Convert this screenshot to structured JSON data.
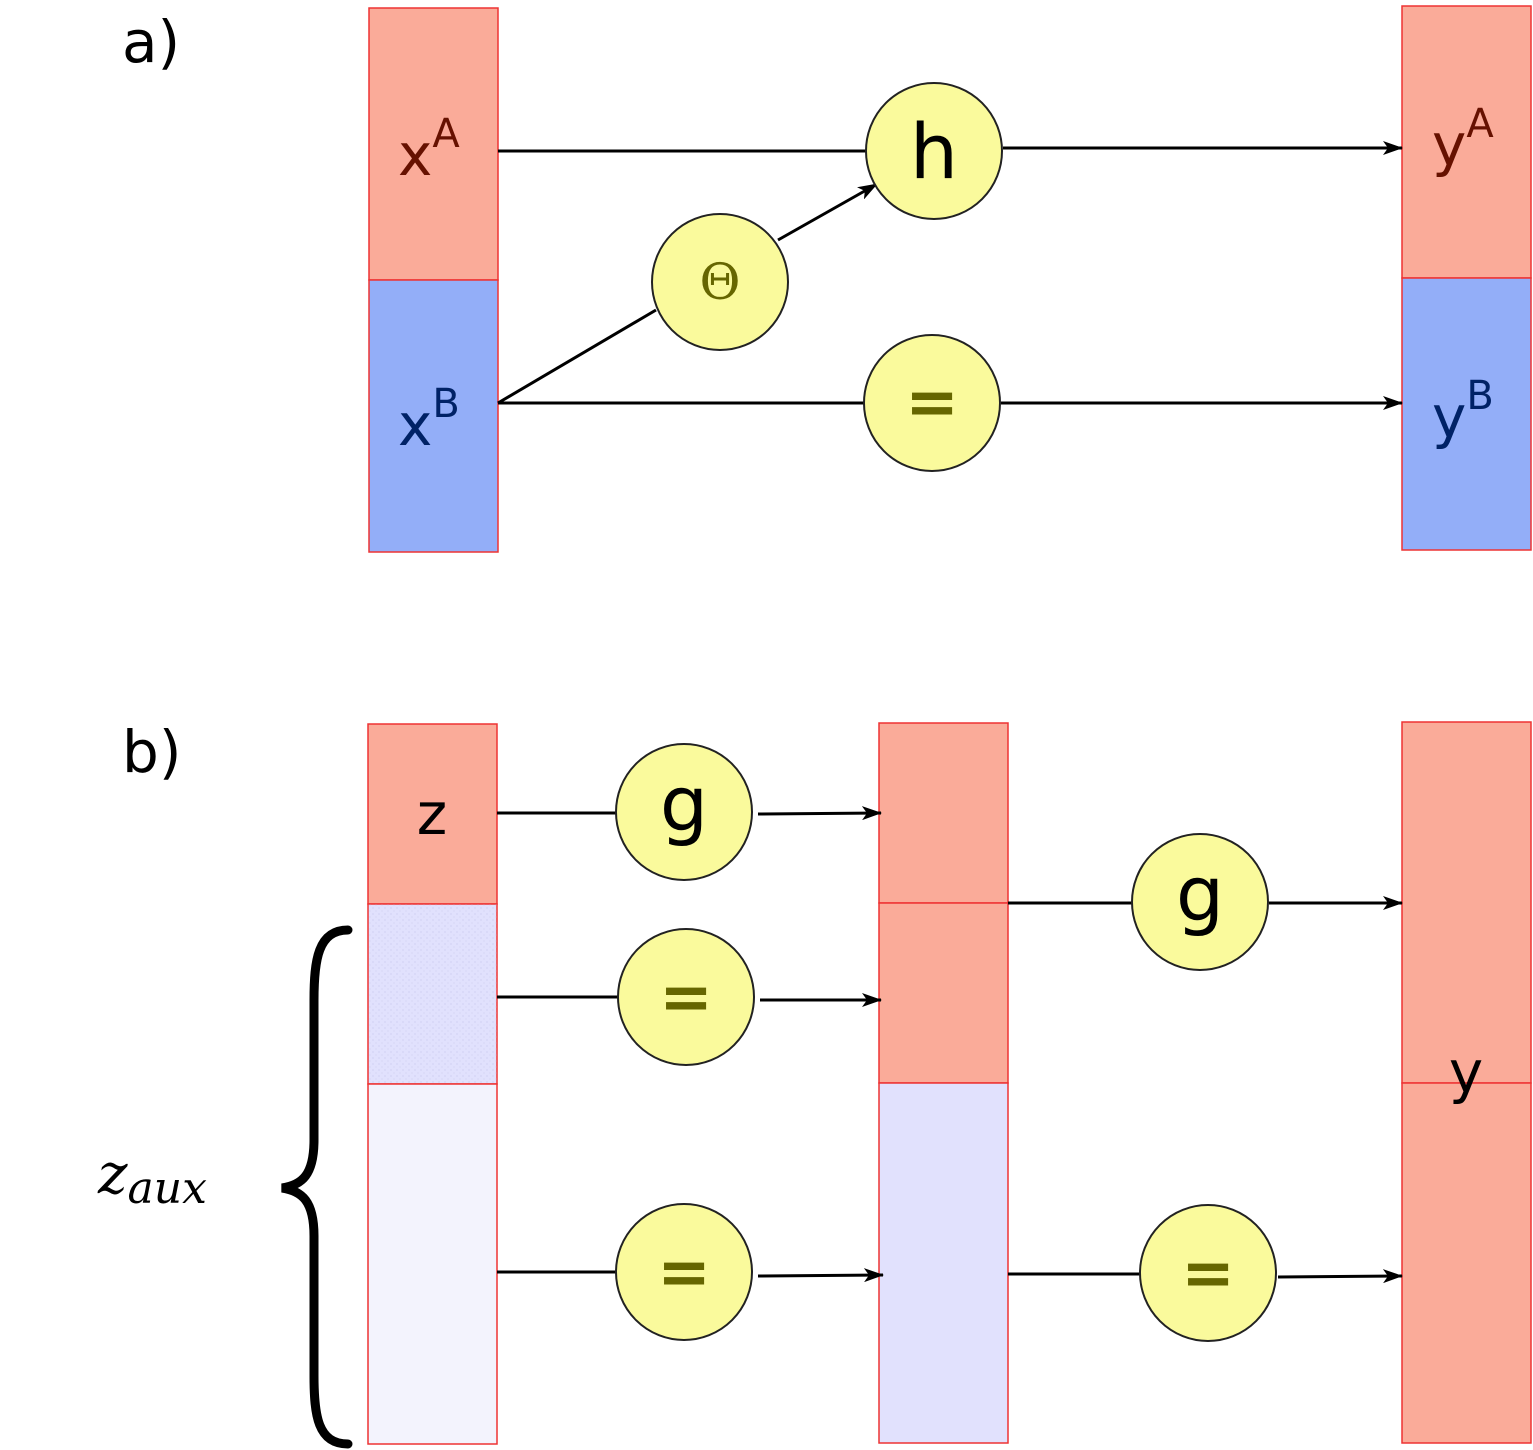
{
  "colors": {
    "red_block": "#faab99",
    "blue_block": "#93aef8",
    "light_blue_block": "#e1e1fd",
    "lighter_blue_block": "#f3f3fd",
    "block_border": "#ee3333",
    "node_fill": "#fafa9c",
    "node_symbol": "#666600",
    "label_dark_red": "#661100",
    "label_dark_blue": "#002266",
    "line": "#000000"
  },
  "panel_a": {
    "label": "a)",
    "input": {
      "top_label": "x",
      "top_sup": "A",
      "bottom_label": "x",
      "bottom_sup": "B"
    },
    "output": {
      "top_label": "y",
      "top_sup": "A",
      "bottom_label": "y",
      "bottom_sup": "B"
    },
    "nodes": {
      "h": "h",
      "theta": "Θ",
      "identity": "="
    }
  },
  "panel_b": {
    "label": "b)",
    "input_label": "z",
    "aux_label": "z",
    "aux_sub": "aux",
    "output_label": "y",
    "nodes": {
      "g1": "g",
      "id1": "=",
      "id2": "=",
      "g2": "g",
      "id3": "="
    }
  }
}
